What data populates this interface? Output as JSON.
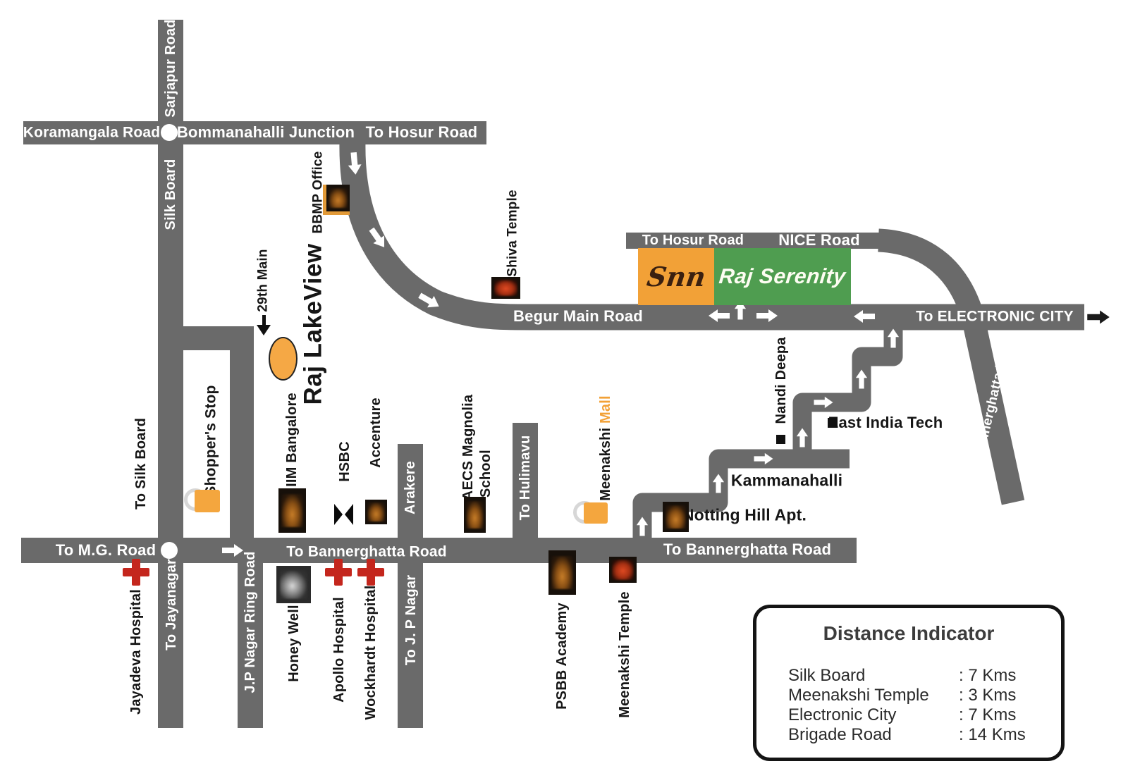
{
  "project": {
    "brand": "Snn",
    "name": "Raj Serenity"
  },
  "roads": {
    "koramangala": "Koramangala Road",
    "bommanahalli_junction": "Bommanahalli Junction",
    "to_hosur_top": "To Hosur Road",
    "sarjapur": "Sarjapur Road",
    "silk_board": "Silk Board",
    "to_silk_board": "To Silk Board",
    "to_jayanagar": "To Jayanagar",
    "to_mg_road": "To M.G. Road",
    "to_bannerghatta_left": "To Bannerghatta Road",
    "to_bannerghatta_right": "To Bannerghatta Road",
    "jp_nagar_ring": "J.P Nagar Ring Road",
    "to_jp_nagar": "To J. P Nagar",
    "arakere": "Arakere",
    "to_hulimavu": "To Hulimavu",
    "begur_main": "Begur Main Road",
    "to_electronic_city": "To ELECTRONIC CITY",
    "nice_to_hosur": "To Hosur Road",
    "nice_road": "NICE Road",
    "bannerghatta_diagonal": "To Bannerghatta Road",
    "main_29th": "29th Main",
    "kammanahalli": "Kammanahalli"
  },
  "landmarks": {
    "bbmp": "BBMP Office",
    "shiva_temple": "Shiva Temple",
    "raj_lakeview": "Raj LakeView",
    "shoppers_stop": "Shopper's Stop",
    "iim": "IIM Bangalore",
    "hsbc": "HSBC",
    "accenture": "Accenture",
    "aecs_1": "AECS Magnolia",
    "aecs_2": "School",
    "meenakshi_mall_1": "Meenakshi ",
    "meenakshi_mall_2": "Mall",
    "nandi_deepa": "Nandi Deepa",
    "east_india_tech": "East India Tech",
    "notting_hill": "Notting Hill Apt.",
    "jayadeva": "Jayadeva Hospital",
    "honeywell": "Honey Well",
    "apollo": "Apollo Hospital",
    "wockhardt": "Wockhardt Hospital",
    "psbb": "PSBB Academy",
    "meenakshi_temple": "Meenakshi Temple"
  },
  "distance_indicator": {
    "title": "Distance Indicator",
    "rows": [
      {
        "place": "Silk Board",
        "distance": ": 7 Kms"
      },
      {
        "place": "Meenakshi Temple",
        "distance": ": 3 Kms"
      },
      {
        "place": "Electronic City",
        "distance": ": 7 Kms"
      },
      {
        "place": "Brigade Road",
        "distance": ": 14 Kms"
      }
    ]
  },
  "colors": {
    "road_gray": "#6a6a6a",
    "brand_orange": "#f2a137",
    "project_green": "#4f9d50",
    "hospital_red": "#c4261d",
    "temple_red": "#c23a1e",
    "mall_orange": "#f2a137"
  },
  "icons": {
    "bbmp-office-icon": "orange-framed-building-photo",
    "shiva-temple-icon": "red-temple-on-black",
    "shoppers-bag-icon": "orange-shopping-bag",
    "meenakshi-mall-bag-icon": "orange-shopping-bag",
    "iim-bangalore-icon": "building-photo",
    "hsbc-icon": "black-bowtie-logo",
    "accenture-icon": "building-photo",
    "aecs-school-icon": "building-photo",
    "notting-hill-icon": "building-photo",
    "psbb-academy-icon": "building-photo",
    "meenakshi-temple-icon": "red-temple-on-black",
    "honeywell-icon": "dark-logo-photo",
    "hospital-cross-icon": "red-plus",
    "lake-ellipse-icon": "orange-ellipse",
    "junction-dot-icon": "white-circle",
    "road-arrow-icon": "white-directional-arrow"
  }
}
